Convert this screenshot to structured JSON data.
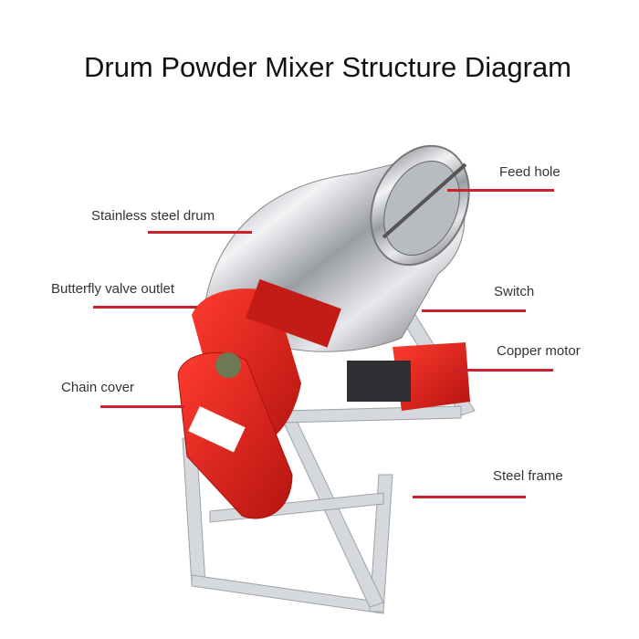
{
  "title": "Drum Powder Mixer Structure Diagram",
  "colors": {
    "accent_line": "#c8232c",
    "machine_red": "#e0231c",
    "steel": "#c9ccd0"
  },
  "labels": {
    "feed_hole": "Feed hole",
    "stainless_steel_drum": "Stainless steel drum",
    "butterfly_valve_outlet": "Butterfly valve outlet",
    "switch": "Switch",
    "copper_motor": "Copper motor",
    "chain_cover": "Chain cover",
    "steel_frame": "Steel frame"
  }
}
